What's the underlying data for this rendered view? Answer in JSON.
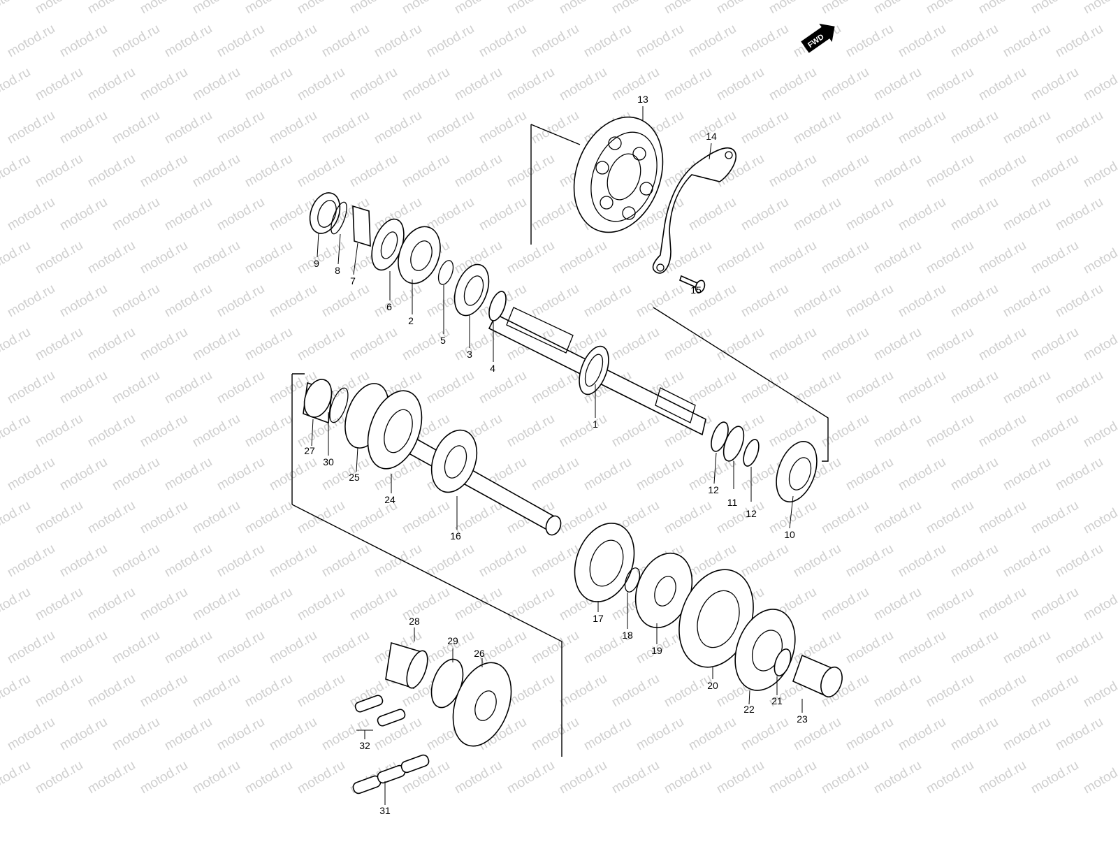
{
  "fwd_label": "FWD",
  "watermark_text": "motod.ru",
  "callouts": [
    "1",
    "2",
    "3",
    "4",
    "5",
    "6",
    "7",
    "8",
    "9",
    "10",
    "11",
    "12",
    "12",
    "13",
    "14",
    "15",
    "16",
    "17",
    "18",
    "19",
    "20",
    "21",
    "22",
    "23",
    "24",
    "25",
    "26",
    "27",
    "28",
    "29",
    "30",
    "31",
    "32"
  ]
}
